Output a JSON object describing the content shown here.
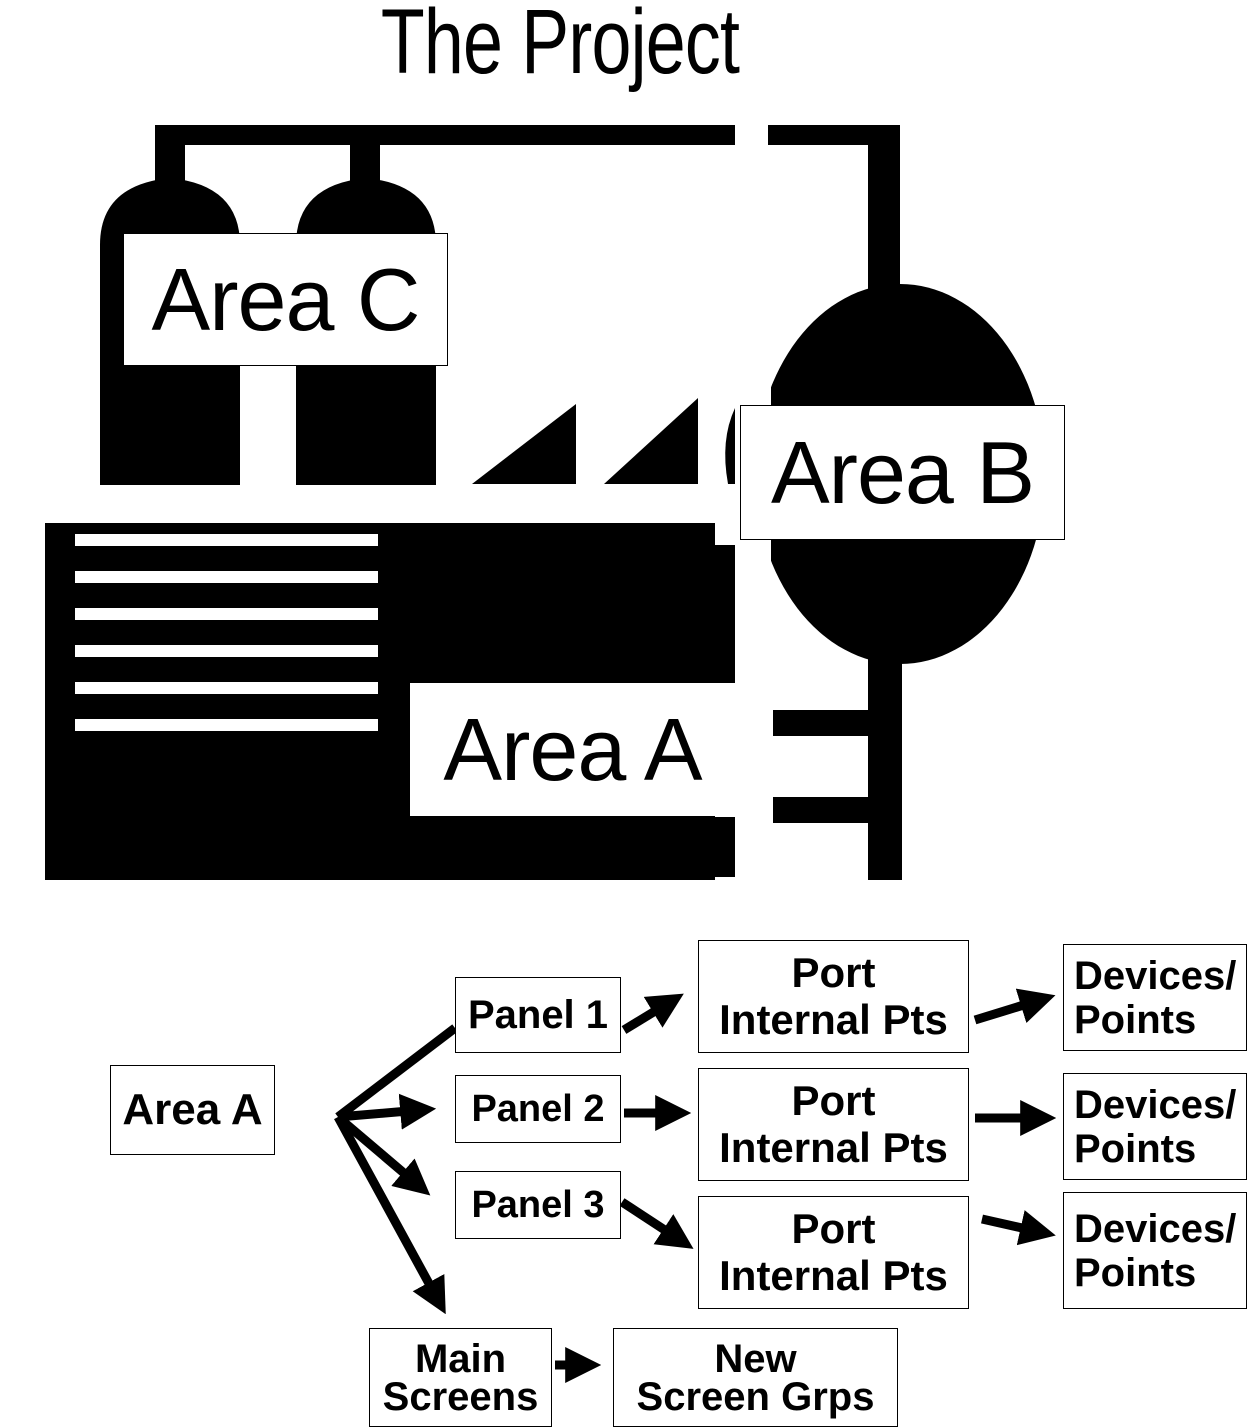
{
  "title": "The Project",
  "areas": {
    "area_c": "Area C",
    "area_b": "Area B",
    "area_a": "Area A"
  },
  "hierarchy": {
    "root": "Area A",
    "panels": [
      "Panel 1",
      "Panel 2",
      "Panel 3"
    ],
    "port_line1": "Port",
    "port_line2": "Internal Pts",
    "devices_line1": "Devices/",
    "devices_line2": "Points",
    "main_line1": "Main",
    "main_line2": "Screens",
    "new_line1": "New",
    "new_line2": "Screen Grps"
  },
  "colors": {
    "ink": "#000000",
    "paper": "#ffffff"
  }
}
